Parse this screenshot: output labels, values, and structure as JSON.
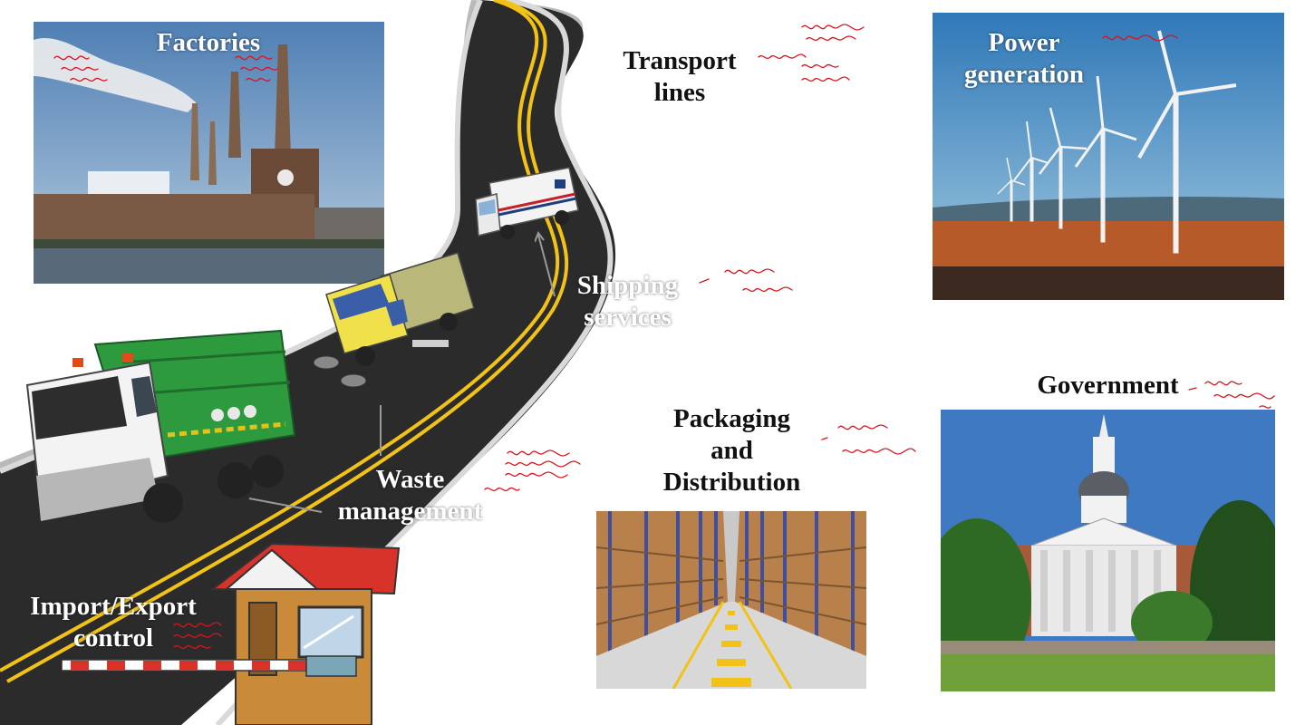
{
  "labels": {
    "factories": "Factories",
    "transport": [
      "Transport",
      "lines"
    ],
    "power": [
      "Power",
      "generation"
    ],
    "shipping": [
      "Shipping",
      "services"
    ],
    "government": "Government",
    "packaging": [
      "Packaging",
      "and",
      "Distribution"
    ],
    "waste": [
      "Waste",
      "management"
    ],
    "import_export": [
      "Import/Export",
      "control"
    ]
  },
  "colors": {
    "road": "#2b2b2b",
    "road_edge": "#cfcfcf",
    "center_line": "#f2c316",
    "annotation": "#d8141e",
    "sky_power": "#4a8cc4",
    "sky_government": "#3f79c2"
  },
  "icons": [
    "smokestack",
    "wind-turbine",
    "mail-truck",
    "street-sweeper",
    "garbage-truck",
    "guard-booth",
    "boom-gate",
    "warehouse",
    "capitol-building"
  ]
}
